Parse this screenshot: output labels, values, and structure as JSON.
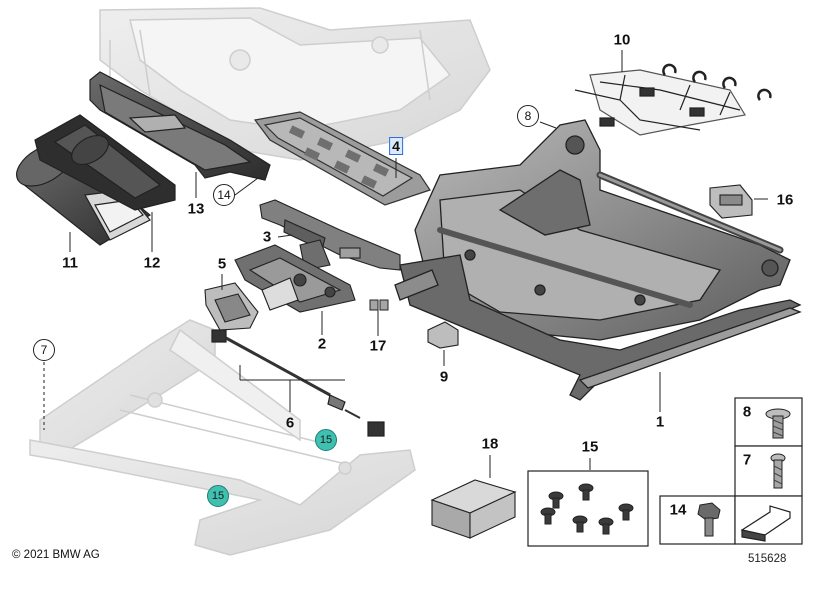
{
  "copyright": "© 2021 BMW AG",
  "diagram_number": "515628",
  "colors": {
    "part_dark": "#3a3a3a",
    "part_mid": "#8a8a8a",
    "part_light": "#c9c9c9",
    "ghost": "#d9d9d9",
    "highlight": "#2b6fd6",
    "highlight_fill": "#dce9ff",
    "teal": "#3fc0b0"
  },
  "parts": [
    {
      "id": "seat_frame",
      "number": "1"
    },
    {
      "id": "mechanism",
      "number": "2"
    },
    {
      "id": "bracket",
      "number": "3"
    },
    {
      "id": "seat_pan_mat",
      "number": "4",
      "highlighted": true
    },
    {
      "id": "lever_unit",
      "number": "5"
    },
    {
      "id": "cable",
      "number": "6"
    },
    {
      "id": "rail_ref",
      "number": "7"
    },
    {
      "id": "torx_bolt",
      "number": "8"
    },
    {
      "id": "cap",
      "number": "9"
    },
    {
      "id": "wiring_harness",
      "number": "10"
    },
    {
      "id": "cylinder",
      "number": "11"
    },
    {
      "id": "cover_shell",
      "number": "12"
    },
    {
      "id": "side_trim",
      "number": "13"
    },
    {
      "id": "screw_ref",
      "number": "14"
    },
    {
      "id": "fastener_clip",
      "number": "15"
    },
    {
      "id": "connector",
      "number": "16"
    },
    {
      "id": "clip_small",
      "number": "17"
    },
    {
      "id": "repair_kit_box",
      "number": "18"
    }
  ],
  "labels": {
    "l1": "1",
    "l2": "2",
    "l3": "3",
    "l4": "4",
    "l5": "5",
    "l6": "6",
    "l7": "7",
    "l8": "8",
    "l9": "9",
    "l10": "10",
    "l11": "11",
    "l12": "12",
    "l13": "13",
    "l14": "14",
    "l15a": "15",
    "l15b": "15",
    "l15c": "15",
    "l16": "16",
    "l17": "17",
    "l18": "18",
    "p8": "8",
    "p7": "7",
    "p14": "14"
  }
}
